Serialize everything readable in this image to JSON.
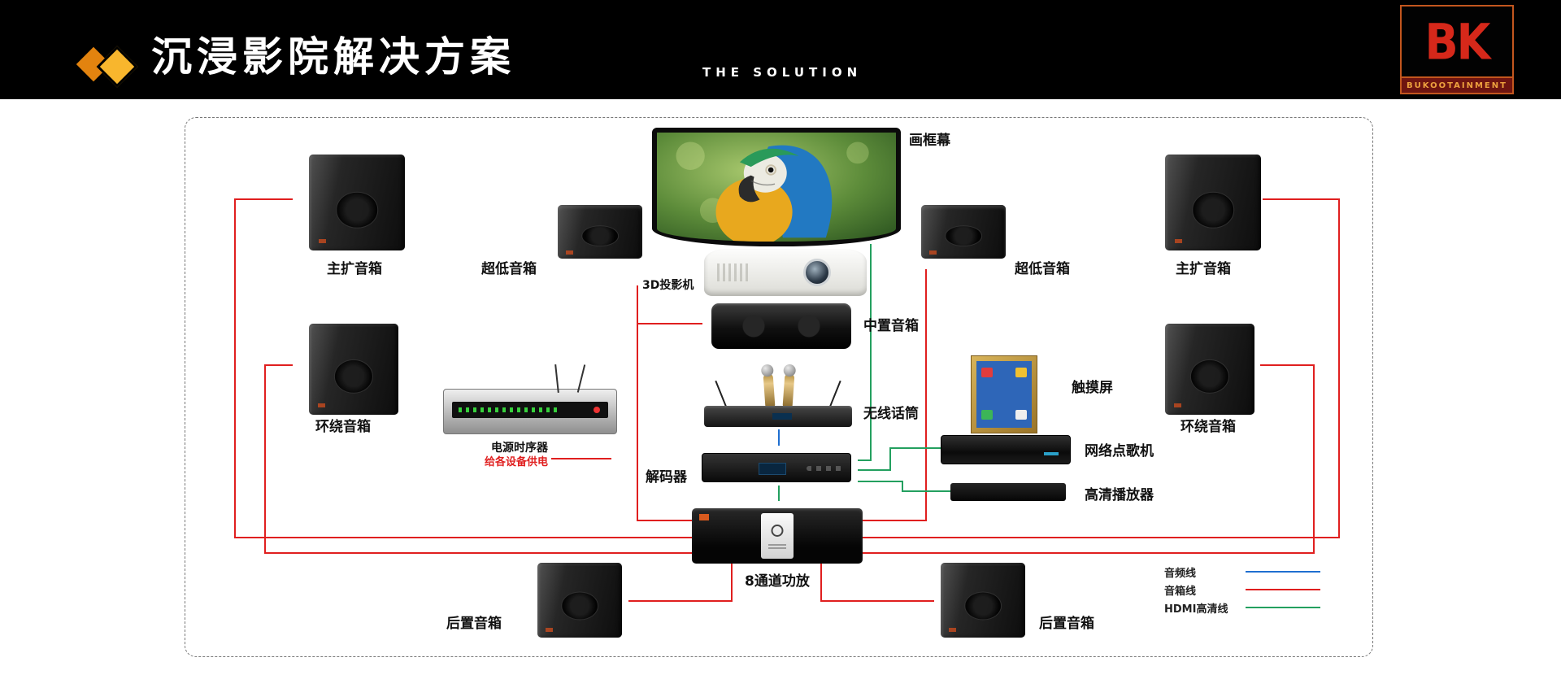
{
  "header": {
    "title": "沉浸影院解决方案",
    "subtitle": "THE SOLUTION",
    "logo": {
      "letters": "BK",
      "caption": "BUKOOTAINMENT"
    }
  },
  "diagram": {
    "devices": {
      "screen": {
        "label": "画框幕"
      },
      "projector": {
        "label": "3D投影机"
      },
      "center_speaker": {
        "label": "中置音箱"
      },
      "wireless_mic": {
        "label": "无线话筒"
      },
      "decoder": {
        "label": "解码器"
      },
      "amplifier": {
        "label": "8通道功放"
      },
      "main_speaker_left": {
        "label": "主扩音箱"
      },
      "main_speaker_right": {
        "label": "主扩音箱"
      },
      "subwoofer_left": {
        "label": "超低音箱"
      },
      "subwoofer_right": {
        "label": "超低音箱"
      },
      "surround_left": {
        "label": "环绕音箱"
      },
      "surround_right": {
        "label": "环绕音箱"
      },
      "rear_left": {
        "label": "后置音箱"
      },
      "rear_right": {
        "label": "后置音箱"
      },
      "power_timer": {
        "label": "电源时序器",
        "note": "给各设备供电"
      },
      "touch_screen": {
        "label": "触摸屏"
      },
      "karaoke_player": {
        "label": "网络点歌机"
      },
      "hd_player": {
        "label": "高清播放器"
      }
    },
    "legend": [
      {
        "label": "音频线",
        "color": "#1f6fd0"
      },
      {
        "label": "音箱线",
        "color": "#e01f1f"
      },
      {
        "label": "HDMI高清线",
        "color": "#23a05f"
      }
    ],
    "wire_colors": {
      "audio": "#1f6fd0",
      "speaker": "#e01f1f",
      "hdmi": "#23a05f"
    }
  }
}
